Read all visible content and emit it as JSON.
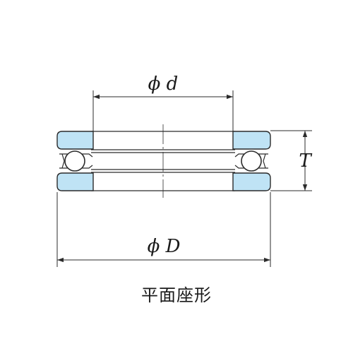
{
  "labels": {
    "inner_diameter": "ϕ d",
    "outer_diameter": "ϕ D",
    "height": "T"
  },
  "caption": "平面座形",
  "colors": {
    "race_fill": "#bfe3f5",
    "outline": "#2b2b2b",
    "ball_fill": "#ffffff"
  }
}
